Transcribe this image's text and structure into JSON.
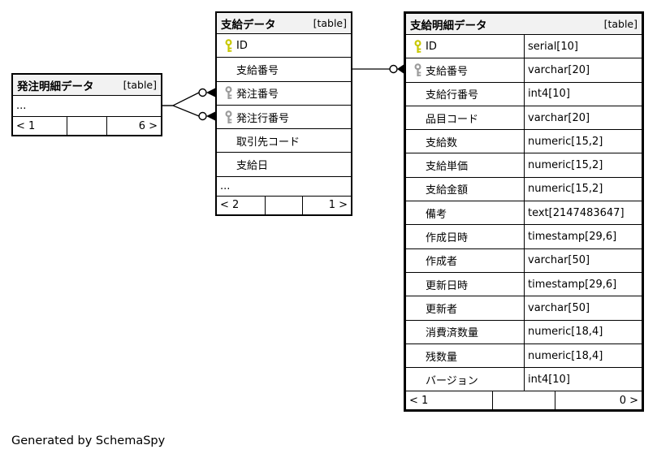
{
  "note": "Generated by SchemaSpy",
  "colors": {
    "primary_key": "#c8c800",
    "foreign_key": "#9b9b9b",
    "header_bg": "#f2f2f2",
    "border": "#000000"
  },
  "tables": [
    {
      "id": "order-detail",
      "title": "発注明細データ",
      "badge": "[table]",
      "rows": [
        {
          "name": "..."
        }
      ],
      "footer": {
        "parents": "< 1",
        "middle": "",
        "children": "6 >"
      }
    },
    {
      "id": "supply",
      "title": "支給データ",
      "badge": "[table]",
      "rows": [
        {
          "name": "ID",
          "key": "primary"
        },
        {
          "name": "支給番号"
        },
        {
          "name": "発注番号",
          "key": "foreign"
        },
        {
          "name": "発注行番号",
          "key": "foreign"
        },
        {
          "name": "取引先コード"
        },
        {
          "name": "支給日"
        },
        {
          "name": "..."
        }
      ],
      "footer": {
        "parents": "< 2",
        "middle": "",
        "children": "1 >"
      }
    },
    {
      "id": "supply-detail",
      "title": "支給明細データ",
      "badge": "[table]",
      "rows": [
        {
          "name": "ID",
          "type": "serial[10]",
          "key": "primary"
        },
        {
          "name": "支給番号",
          "type": "varchar[20]",
          "key": "foreign"
        },
        {
          "name": "支給行番号",
          "type": "int4[10]"
        },
        {
          "name": "品目コード",
          "type": "varchar[20]"
        },
        {
          "name": "支給数",
          "type": "numeric[15,2]"
        },
        {
          "name": "支給単価",
          "type": "numeric[15,2]"
        },
        {
          "name": "支給金額",
          "type": "numeric[15,2]"
        },
        {
          "name": "備考",
          "type": "text[2147483647]"
        },
        {
          "name": "作成日時",
          "type": "timestamp[29,6]"
        },
        {
          "name": "作成者",
          "type": "varchar[50]"
        },
        {
          "name": "更新日時",
          "type": "timestamp[29,6]"
        },
        {
          "name": "更新者",
          "type": "varchar[50]"
        },
        {
          "name": "消費済数量",
          "type": "numeric[18,4]"
        },
        {
          "name": "残数量",
          "type": "numeric[18,4]"
        },
        {
          "name": "バージョン",
          "type": "int4[10]"
        }
      ],
      "footer": {
        "parents": "< 1",
        "middle": "",
        "children": "0 >"
      }
    }
  ]
}
